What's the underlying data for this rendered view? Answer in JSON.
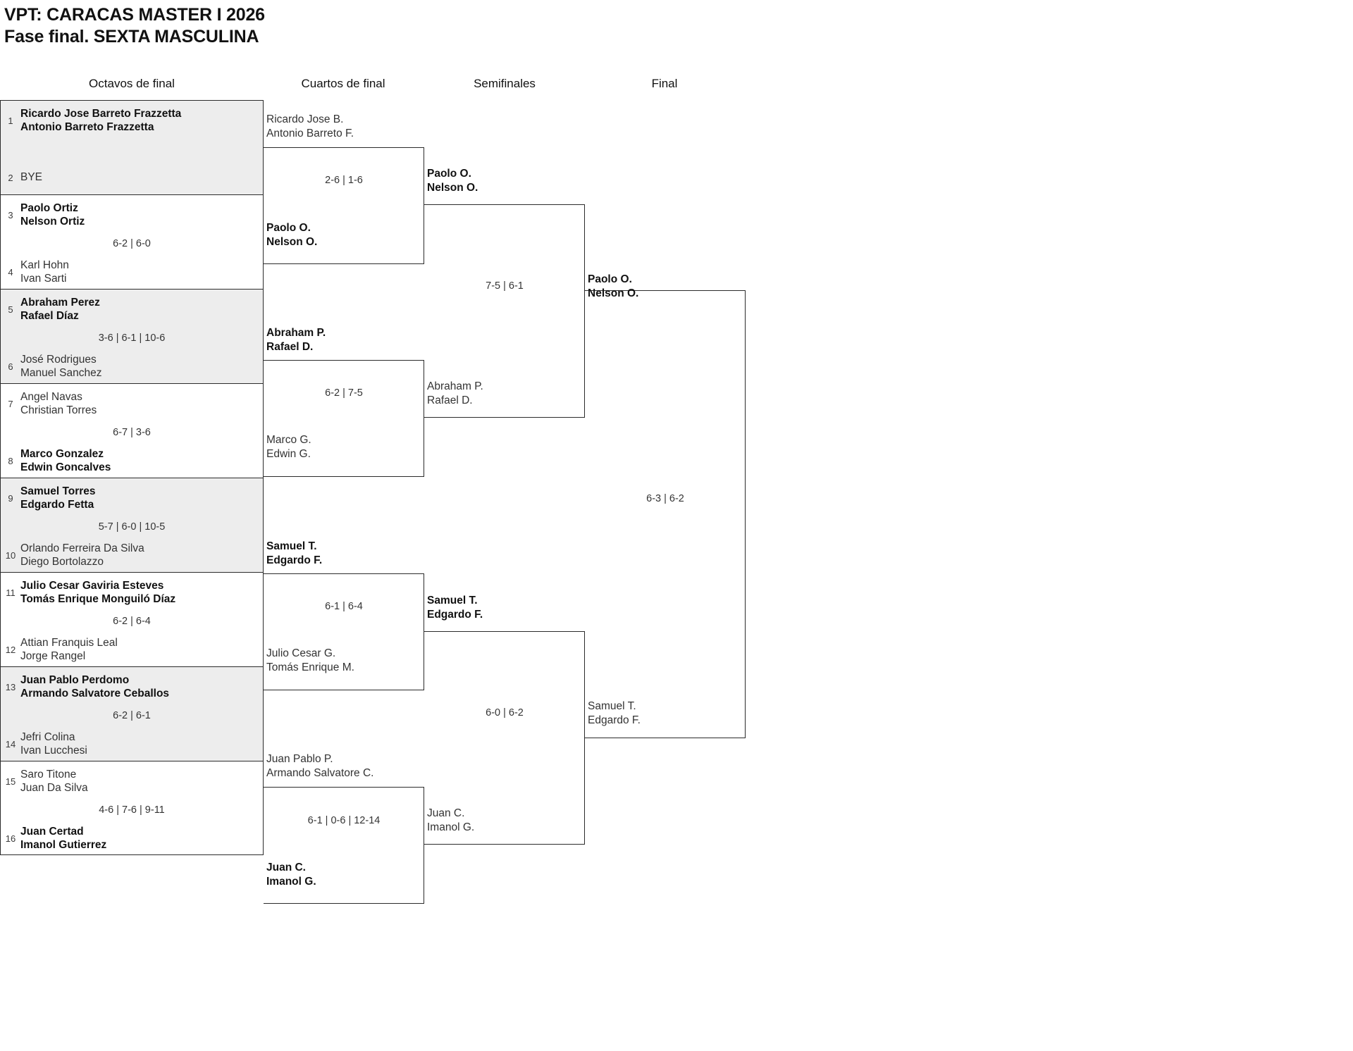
{
  "header": {
    "title_line1": "VPT: CARACAS MASTER I 2026",
    "title_line2": "Fase final. SEXTA MASCULINA"
  },
  "rounds": [
    {
      "label": "Octavos de final"
    },
    {
      "label": "Cuartos de final"
    },
    {
      "label": "Semifinales"
    },
    {
      "label": "Final"
    }
  ],
  "bracket": {
    "round1": [
      {
        "shaded": true,
        "score": "",
        "top": {
          "seed": "1",
          "p1": "Ricardo Jose Barreto Frazzetta",
          "p2": "Antonio Barreto Frazzetta",
          "winner": true
        },
        "bottom": {
          "seed": "2",
          "p1": "BYE",
          "p2": "",
          "winner": false
        }
      },
      {
        "shaded": false,
        "score": "6-2 | 6-0",
        "top": {
          "seed": "3",
          "p1": "Paolo Ortiz",
          "p2": "Nelson Ortiz",
          "winner": true
        },
        "bottom": {
          "seed": "4",
          "p1": "Karl Hohn",
          "p2": "Ivan Sarti",
          "winner": false
        }
      },
      {
        "shaded": true,
        "score": "3-6 | 6-1 | 10-6",
        "top": {
          "seed": "5",
          "p1": "Abraham Perez",
          "p2": "Rafael Díaz",
          "winner": true
        },
        "bottom": {
          "seed": "6",
          "p1": "José Rodrigues",
          "p2": "Manuel Sanchez",
          "winner": false
        }
      },
      {
        "shaded": false,
        "score": "6-7 | 3-6",
        "top": {
          "seed": "7",
          "p1": "Angel Navas",
          "p2": "Christian Torres",
          "winner": false
        },
        "bottom": {
          "seed": "8",
          "p1": "Marco Gonzalez",
          "p2": "Edwin Goncalves",
          "winner": true
        }
      },
      {
        "shaded": true,
        "score": "5-7 | 6-0 | 10-5",
        "top": {
          "seed": "9",
          "p1": "Samuel Torres",
          "p2": "Edgardo Fetta",
          "winner": true
        },
        "bottom": {
          "seed": "10",
          "p1": "Orlando Ferreira Da Silva",
          "p2": "Diego Bortolazzo",
          "winner": false
        }
      },
      {
        "shaded": false,
        "score": "6-2 | 6-4",
        "top": {
          "seed": "11",
          "p1": "Julio Cesar Gaviria Esteves",
          "p2": "Tomás Enrique Monguiló Díaz",
          "winner": true
        },
        "bottom": {
          "seed": "12",
          "p1": "Attian Franquis Leal",
          "p2": "Jorge Rangel",
          "winner": false
        }
      },
      {
        "shaded": true,
        "score": "6-2 | 6-1",
        "top": {
          "seed": "13",
          "p1": "Juan Pablo Perdomo",
          "p2": "Armando Salvatore Ceballos",
          "winner": true
        },
        "bottom": {
          "seed": "14",
          "p1": "Jefri Colina",
          "p2": "Ivan Lucchesi",
          "winner": false
        }
      },
      {
        "shaded": false,
        "score": "4-6 | 7-6 | 9-11",
        "top": {
          "seed": "15",
          "p1": "Saro Titone",
          "p2": "Juan Da Silva",
          "winner": false
        },
        "bottom": {
          "seed": "16",
          "p1": "Juan Certad",
          "p2": "Imanol Gutierrez",
          "winner": true
        }
      }
    ],
    "round2": [
      {
        "score": "2-6 | 1-6",
        "top": {
          "p1": "Ricardo Jose B.",
          "p2": "Antonio Barreto F.",
          "winner": false
        },
        "bottom": {
          "p1": "Paolo O.",
          "p2": "Nelson O.",
          "winner": true
        }
      },
      {
        "score": "6-2 | 7-5",
        "top": {
          "p1": "Abraham P.",
          "p2": "Rafael D.",
          "winner": true
        },
        "bottom": {
          "p1": "Marco G.",
          "p2": "Edwin G.",
          "winner": false
        }
      },
      {
        "score": "6-1 | 6-4",
        "top": {
          "p1": "Samuel T.",
          "p2": "Edgardo F.",
          "winner": true
        },
        "bottom": {
          "p1": "Julio Cesar G.",
          "p2": "Tomás Enrique M.",
          "winner": false
        }
      },
      {
        "score": "6-1 | 0-6 | 12-14",
        "top": {
          "p1": "Juan Pablo P.",
          "p2": "Armando Salvatore C.",
          "winner": false
        },
        "bottom": {
          "p1": "Juan C.",
          "p2": "Imanol G.",
          "winner": true
        }
      }
    ],
    "round3": [
      {
        "score": "7-5 | 6-1",
        "top": {
          "p1": "Paolo O.",
          "p2": "Nelson O.",
          "winner": true
        },
        "bottom": {
          "p1": "Abraham P.",
          "p2": "Rafael D.",
          "winner": false
        }
      },
      {
        "score": "6-0 | 6-2",
        "top": {
          "p1": "Samuel T.",
          "p2": "Edgardo F.",
          "winner": true
        },
        "bottom": {
          "p1": "Juan C.",
          "p2": "Imanol G.",
          "winner": false
        }
      }
    ],
    "round4": [
      {
        "score": "6-3 | 6-2",
        "top": {
          "p1": "Paolo O.",
          "p2": "Nelson O.",
          "winner": true
        },
        "bottom": {
          "p1": "Samuel T.",
          "p2": "Edgardo F.",
          "winner": false
        }
      }
    ]
  },
  "colors": {
    "shaded_row": "#ededed",
    "line": "#2b2b2b",
    "text": "#333333",
    "text_strong": "#111111"
  }
}
